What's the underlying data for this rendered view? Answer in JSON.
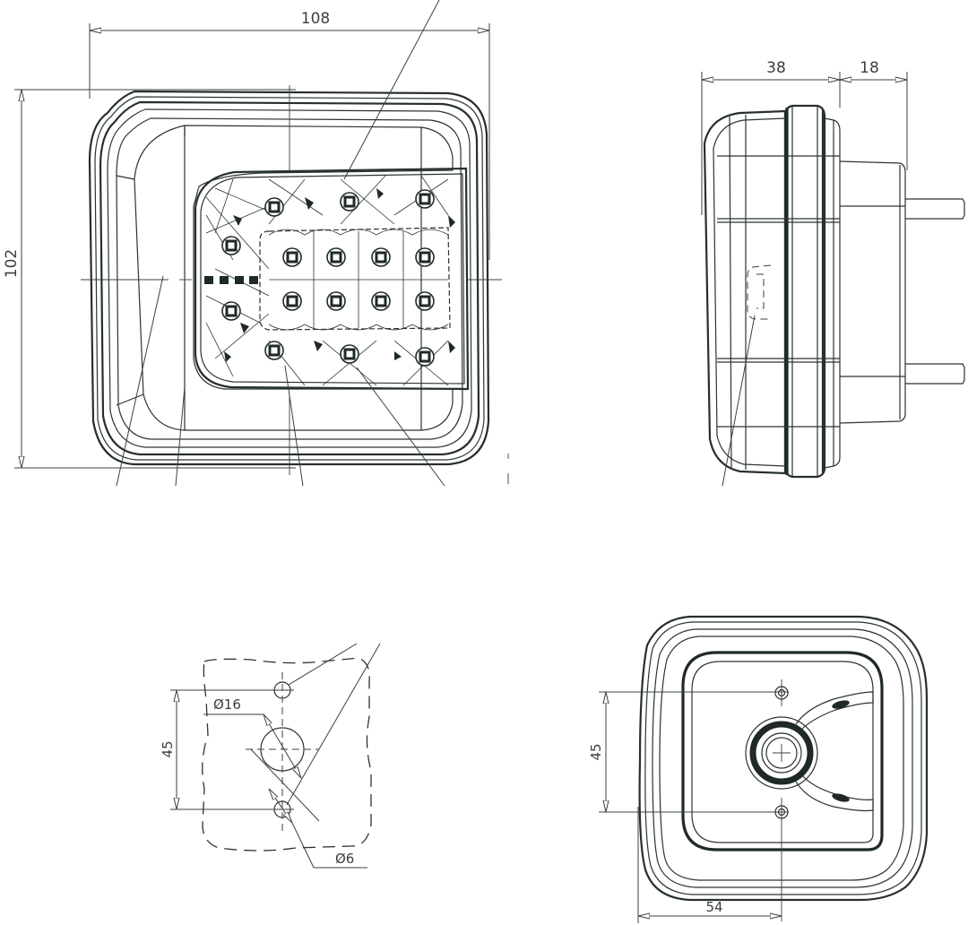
{
  "drawing": {
    "type": "technical-dimension-drawing",
    "subject": "LED rear combination lamp",
    "line_color": "#2b3431",
    "background": "#ffffff"
  },
  "front_view": {
    "width_label": "108",
    "height_label": "102",
    "led_count": 16
  },
  "side_view": {
    "depth_label": "38",
    "stud_label": "18"
  },
  "mounting_template": {
    "center_hole_label": "Ø16",
    "stud_hole_label": "Ø6",
    "spacing_label": "45"
  },
  "rear_view": {
    "spacing_label": "45",
    "offset_label": "54"
  }
}
